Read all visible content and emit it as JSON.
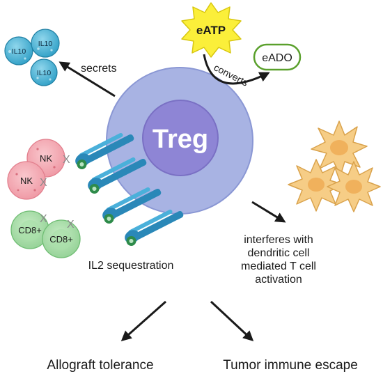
{
  "cell": {
    "label": "Treg"
  },
  "secretion": {
    "verb": "secrets",
    "cytokines": [
      "IL10",
      "IL10",
      "IL10"
    ]
  },
  "conversion": {
    "substrate": "eATP",
    "verb": "converts",
    "product": "eADO"
  },
  "sequestration": {
    "label": "IL2 sequestration",
    "blocked_cells": [
      "NK",
      "NK",
      "CD8+",
      "CD8+"
    ],
    "block_mark": "X"
  },
  "dendritic": {
    "lines": [
      "interferes with",
      "dendritic cell",
      "mediated T cell",
      "activation"
    ]
  },
  "outcomes": {
    "left": "Allograft tolerance",
    "right": "Tumor immune escape"
  },
  "colors": {
    "cell_outer": "#a8b3e3",
    "cell_nucleus": "#8e85d5",
    "cytokine": "#47b5d6",
    "receptor": "#2a88b8",
    "il2": "#2e8b4a",
    "nk_cell": "#f4a7b1",
    "cd8_cell": "#9fd8a0",
    "dendritic_cell": "#f6cd86",
    "eatp_burst": "#fbef3a",
    "eado_border": "#5aa02c"
  }
}
